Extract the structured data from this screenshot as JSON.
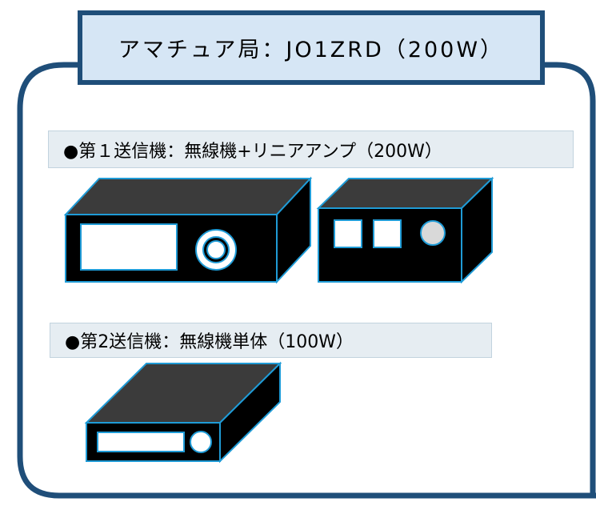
{
  "title": "アマチュア局：JO1ZRD（200W）",
  "transmitter1": {
    "label": "●第１送信機：無線機+リニアアンプ（200W）",
    "devices": [
      "radio-transceiver",
      "linear-amplifier"
    ]
  },
  "transmitter2": {
    "label": "●第2送信機：無線機単体（100W）",
    "devices": [
      "radio-transceiver"
    ]
  },
  "colors": {
    "frame_border": "#1F4E79",
    "title_fill": "#D6E6F5",
    "label_fill": "#E6EDF2",
    "device_top": "#3B3B3B",
    "device_body": "#000000",
    "device_outline": "#1F9BD6"
  }
}
